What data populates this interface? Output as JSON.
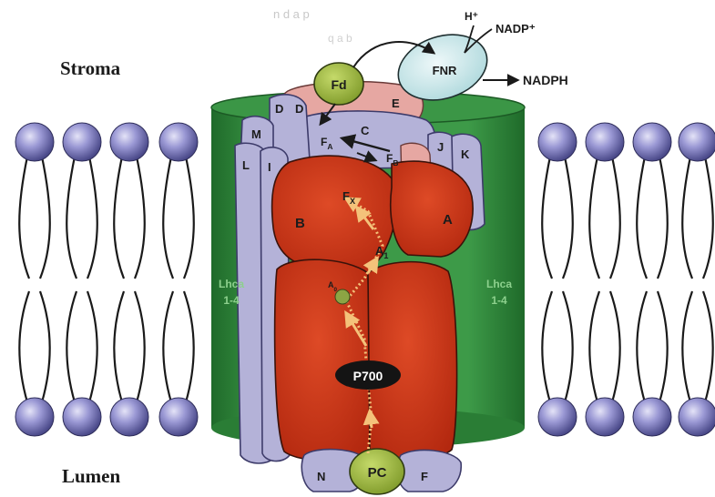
{
  "regions": {
    "stroma": "Stroma",
    "lumen": "Lumen"
  },
  "molecules": {
    "h_plus": "H⁺",
    "nadp_plus": "NADP⁺",
    "nadph": "NADPH",
    "fnr": "FNR",
    "fd": "Fd",
    "pc": "PC",
    "p700": "P700"
  },
  "cofactors": {
    "fa": "F_A",
    "fb": "F_B",
    "fx": "F_X",
    "a1": "A_1",
    "a0": "A_0"
  },
  "subunits": {
    "A": "A",
    "B": "B",
    "C": "C",
    "D": "D",
    "E": "E",
    "F": "F",
    "I": "I",
    "J": "J",
    "K": "K",
    "L": "L",
    "M": "M",
    "N": "N"
  },
  "lhc": {
    "left": [
      "Lhca",
      "1-4"
    ],
    "right": [
      "Lhca",
      "1-4"
    ]
  },
  "faded_text": [
    "n d a p",
    "q a b"
  ],
  "colors": {
    "membrane_cylinder": "#2f8a3c",
    "lipid_head": "#8b89c9",
    "core_red": "#c8371c",
    "subunit_blue": "#b4b2d8",
    "subunit_pink": "#e6a7a2",
    "fd_green": "#9ab43c",
    "fnr_cyan": "#c8e8ea",
    "electron_path": "#f4c27a"
  }
}
